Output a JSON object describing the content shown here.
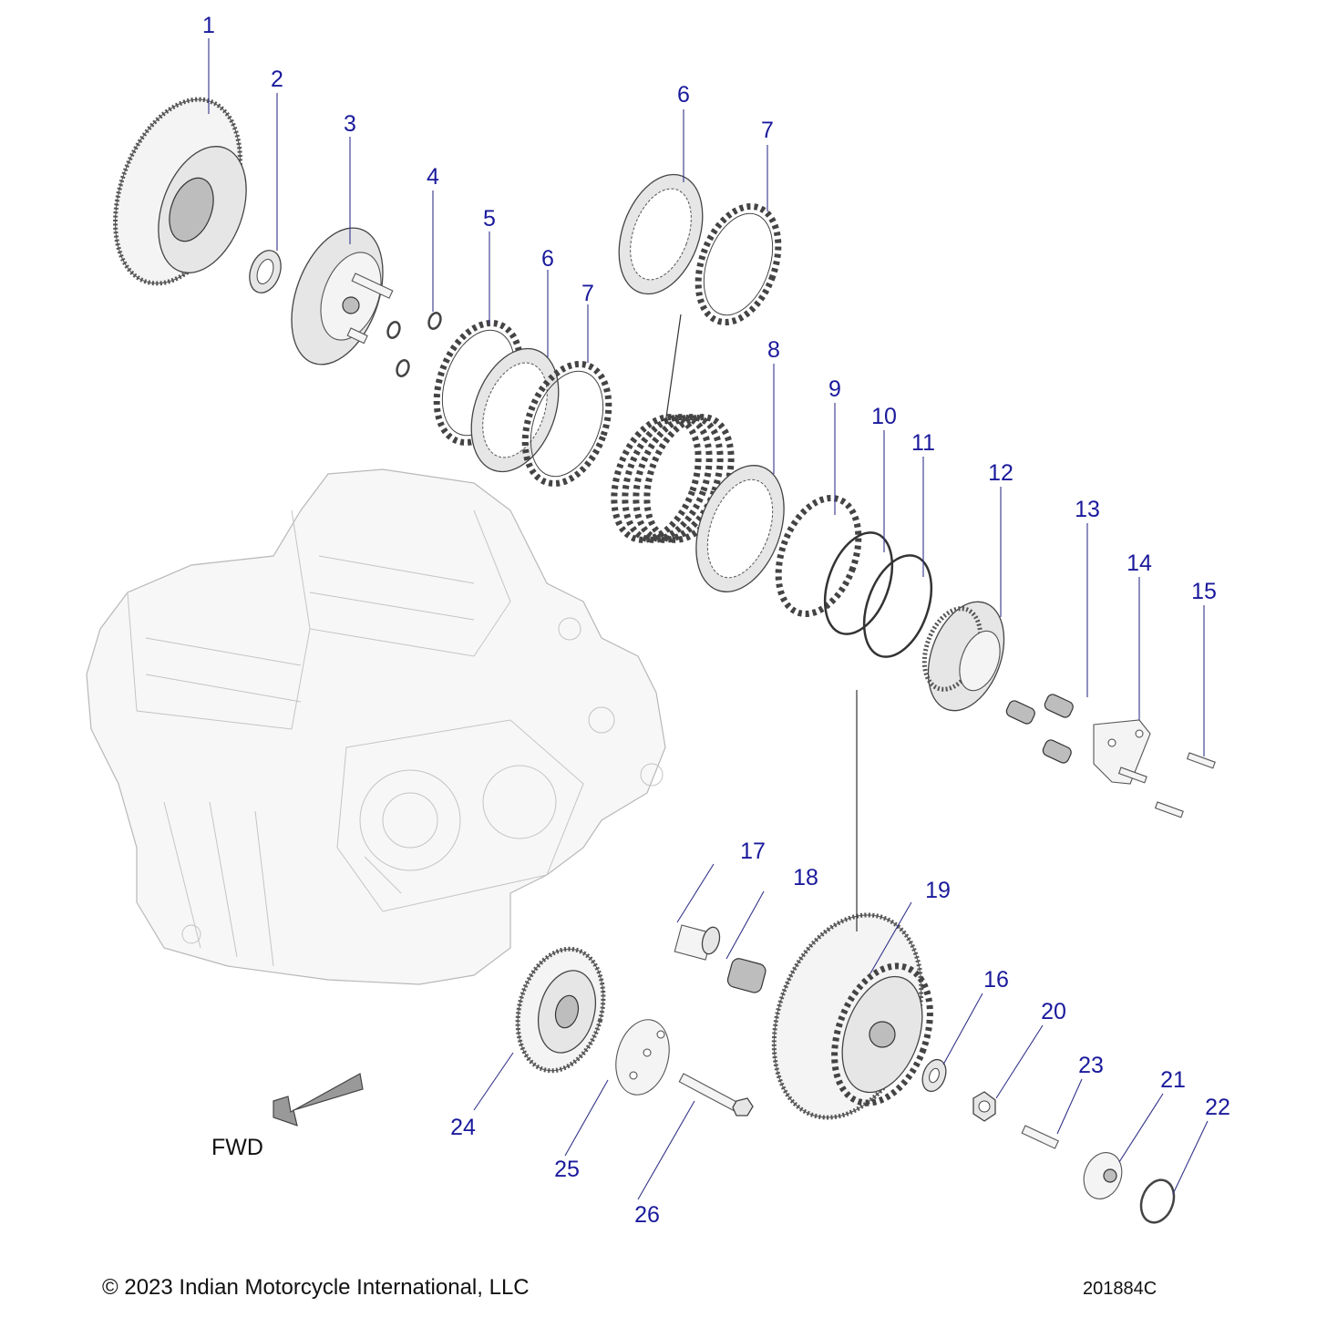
{
  "diagram": {
    "title": "Clutch exploded parts diagram",
    "label_color": "#1a1a9c",
    "callouts": [
      {
        "id": "callout-1",
        "text": "1"
      },
      {
        "id": "callout-2",
        "text": "2"
      },
      {
        "id": "callout-3",
        "text": "3"
      },
      {
        "id": "callout-4",
        "text": "4"
      },
      {
        "id": "callout-5",
        "text": "5"
      },
      {
        "id": "callout-6a",
        "text": "6"
      },
      {
        "id": "callout-7a",
        "text": "7"
      },
      {
        "id": "callout-6b",
        "text": "6"
      },
      {
        "id": "callout-7b",
        "text": "7"
      },
      {
        "id": "callout-8",
        "text": "8"
      },
      {
        "id": "callout-9",
        "text": "9"
      },
      {
        "id": "callout-10",
        "text": "10"
      },
      {
        "id": "callout-11",
        "text": "11"
      },
      {
        "id": "callout-12",
        "text": "12"
      },
      {
        "id": "callout-13",
        "text": "13"
      },
      {
        "id": "callout-14",
        "text": "14"
      },
      {
        "id": "callout-15",
        "text": "15"
      },
      {
        "id": "callout-16",
        "text": "16"
      },
      {
        "id": "callout-17",
        "text": "17"
      },
      {
        "id": "callout-18",
        "text": "18"
      },
      {
        "id": "callout-19",
        "text": "19"
      },
      {
        "id": "callout-20",
        "text": "20"
      },
      {
        "id": "callout-21",
        "text": "21"
      },
      {
        "id": "callout-22",
        "text": "22"
      },
      {
        "id": "callout-23",
        "text": "23"
      },
      {
        "id": "callout-24",
        "text": "24"
      },
      {
        "id": "callout-25",
        "text": "25"
      },
      {
        "id": "callout-26",
        "text": "26"
      }
    ],
    "direction_indicator": {
      "label": "FWD",
      "icon": "arrow-down-left-icon"
    }
  },
  "footer": {
    "copyright": "© 2023 Indian Motorcycle International, LLC",
    "drawing_number": "201884C"
  }
}
